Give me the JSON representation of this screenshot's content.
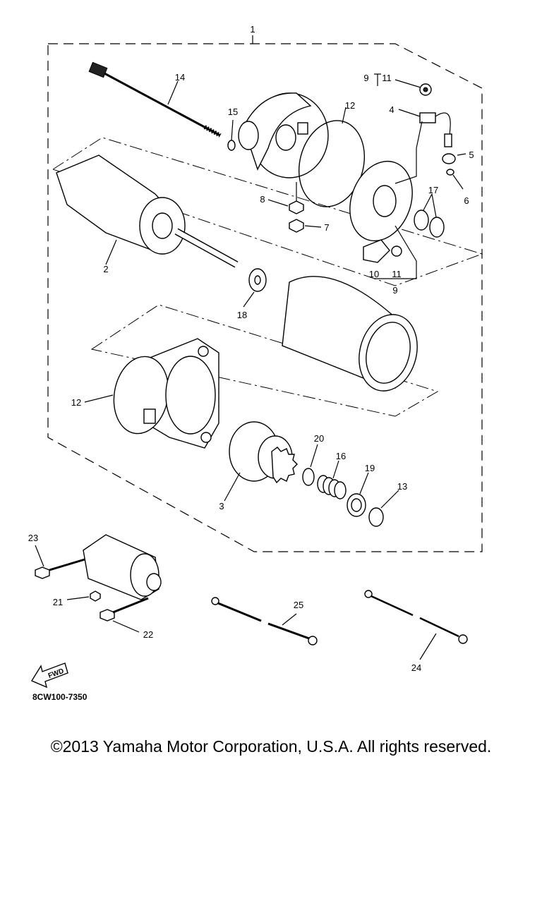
{
  "callouts": {
    "c1": "1",
    "c2": "2",
    "c3": "3",
    "c4": "4",
    "c5": "5",
    "c6": "6",
    "c7": "7",
    "c8": "8",
    "c9_top": "9",
    "c11_top": "11",
    "c10": "10",
    "c11": "11",
    "c9": "9",
    "c12_top": "12",
    "c12_left": "12",
    "c13": "13",
    "c14": "14",
    "c15": "15",
    "c16": "16",
    "c17": "17",
    "c18": "18",
    "c19": "19",
    "c20": "20",
    "c21": "21",
    "c22": "22",
    "c23": "23",
    "c24": "24",
    "c25": "25"
  },
  "fwd_label": "FWD",
  "diagram_ref": "8CW100-7350",
  "copyright": "©2013 Yamaha Motor Corporation, U.S.A. All rights reserved."
}
